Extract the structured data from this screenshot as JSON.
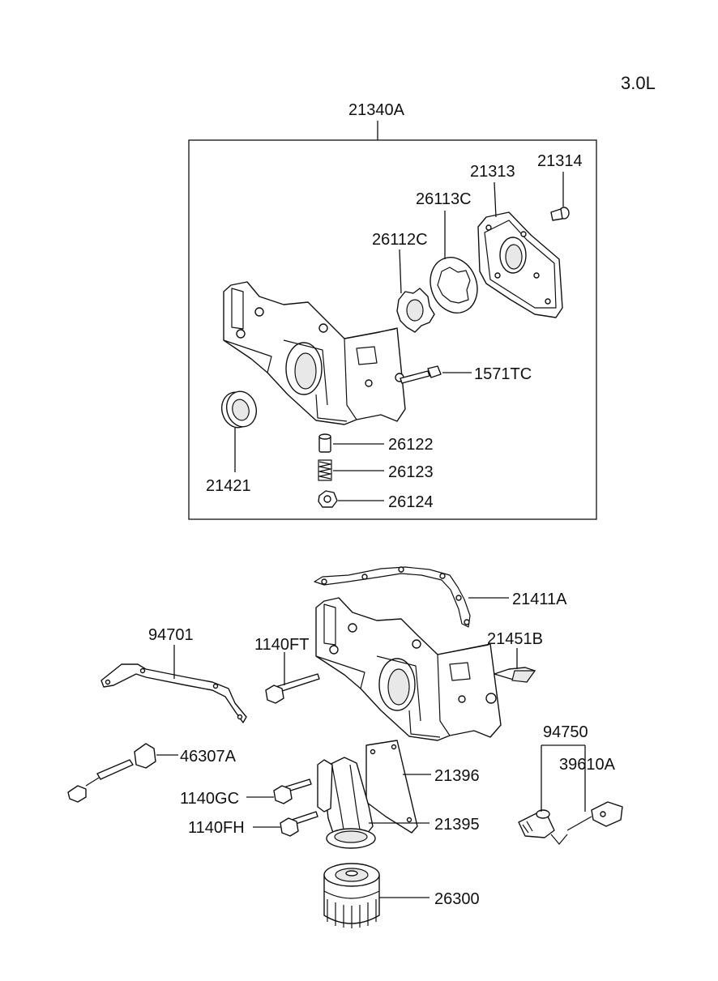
{
  "engine_label": "3.0L",
  "assembly_label": "21340A",
  "callouts": {
    "p21314": "21314",
    "p21313": "21313",
    "p26113C": "26113C",
    "p26112C": "26112C",
    "p1571TC": "1571TC",
    "p26122": "26122",
    "p26123": "26123",
    "p26124": "26124",
    "p21421": "21421",
    "p21411A": "21411A",
    "p94701": "94701",
    "p1140FT": "1140FT",
    "p21451B": "21451B",
    "p46307A": "46307A",
    "p94750": "94750",
    "p39610A": "39610A",
    "p21396": "21396",
    "p1140GC": "1140GC",
    "p1140FH": "1140FH",
    "p21395": "21395",
    "p26300": "26300"
  }
}
